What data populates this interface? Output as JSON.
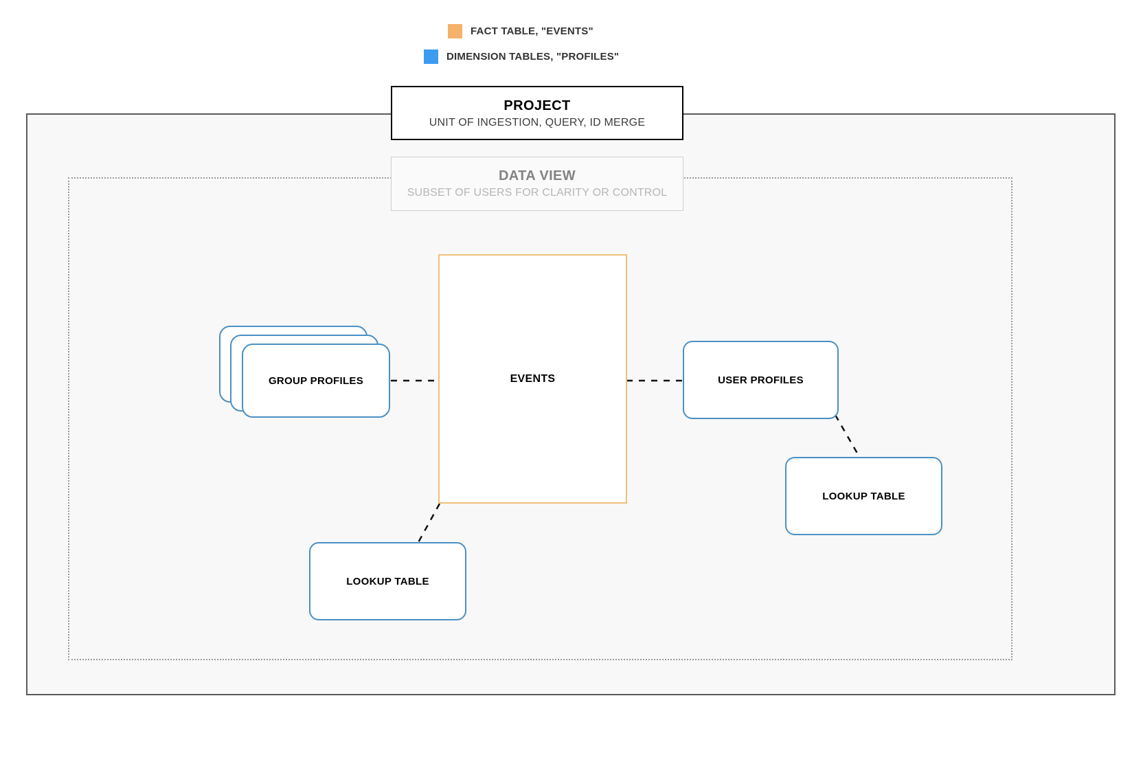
{
  "legend": {
    "items": [
      {
        "id": "fact-table",
        "label": "FACT TABLE, \"EVENTS\"",
        "color": "#f5b26b",
        "icon": "square-swatch-icon"
      },
      {
        "id": "dimension-tables",
        "label": "DIMENSION TABLES, \"PROFILES\"",
        "color": "#3d9bf0",
        "icon": "square-swatch-icon"
      }
    ]
  },
  "containers": {
    "project": {
      "title": "PROJECT",
      "subtitle": "UNIT OF INGESTION, QUERY, ID MERGE",
      "border_color": "#5a5a5a",
      "fill_color": "#f8f8f8"
    },
    "data_view": {
      "title": "DATA VIEW",
      "subtitle": "SUBSET OF USERS FOR CLARITY OR CONTROL",
      "border_color": "#9a9a9a",
      "title_color": "#838383",
      "subtitle_color": "#b6b6b6"
    }
  },
  "nodes": {
    "events": {
      "label": "EVENTS",
      "type": "fact",
      "color": "#eec07a"
    },
    "group_profiles": {
      "label": "GROUP PROFILES",
      "type": "dimension",
      "color": "#4a90c4",
      "stacked": true
    },
    "user_profiles": {
      "label": "USER PROFILES",
      "type": "dimension",
      "color": "#4a90c4"
    },
    "lookup_right": {
      "label": "LOOKUP TABLE",
      "type": "dimension",
      "color": "#4a90c4"
    },
    "lookup_left": {
      "label": "LOOKUP TABLE",
      "type": "dimension",
      "color": "#4a90c4"
    }
  },
  "connectors": [
    {
      "id": "group-profiles-to-events",
      "from": "group_profiles",
      "to": "events",
      "style": "dashed"
    },
    {
      "id": "events-to-user-profiles",
      "from": "events",
      "to": "user_profiles",
      "style": "dashed"
    },
    {
      "id": "user-profiles-to-lookup-right",
      "from": "user_profiles",
      "to": "lookup_right",
      "style": "dashed"
    },
    {
      "id": "events-to-lookup-left",
      "from": "events",
      "to": "lookup_left",
      "style": "dashed"
    }
  ]
}
